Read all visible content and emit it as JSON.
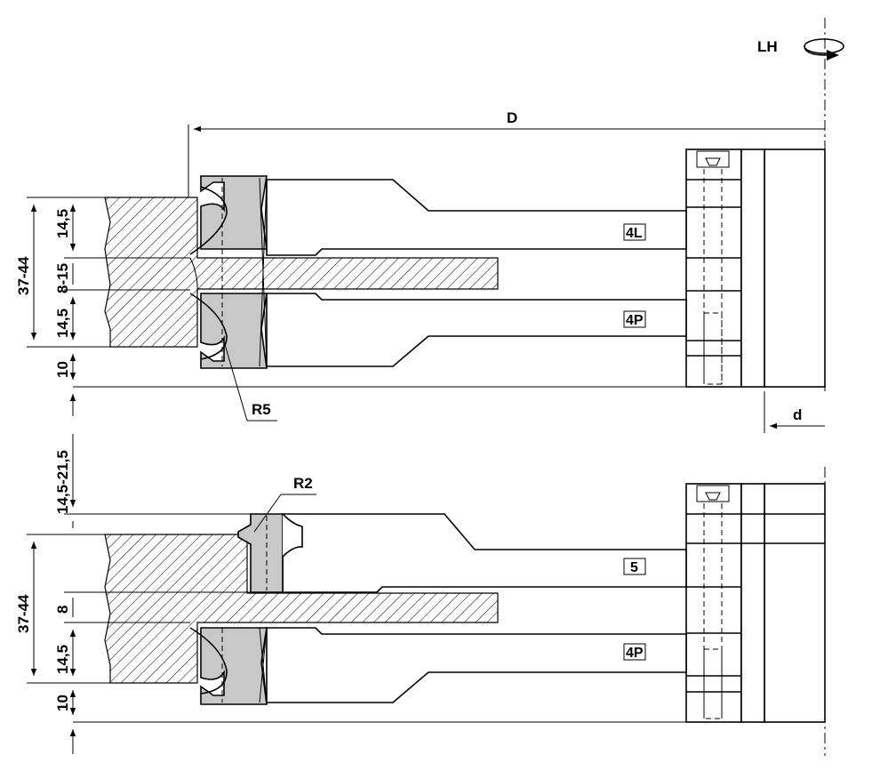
{
  "rotation": {
    "label": "LH",
    "icon": "counter-clockwise-rotation-icon"
  },
  "dimensions": {
    "D": "D",
    "d": "d",
    "R5": "R5",
    "R2": "R2"
  },
  "top_assembly": {
    "dim_total": "37-44",
    "dim_upper": "14,5",
    "dim_middle": "8-15",
    "dim_lower": "14,5",
    "dim_base": "10",
    "label_upper": "4L",
    "label_lower": "4P"
  },
  "bottom_assembly": {
    "dim_top": "14,5-21,5",
    "dim_total": "37-44",
    "dim_middle": "8",
    "dim_lower": "14,5",
    "dim_base": "10",
    "label_upper": "5",
    "label_lower": "4P"
  }
}
